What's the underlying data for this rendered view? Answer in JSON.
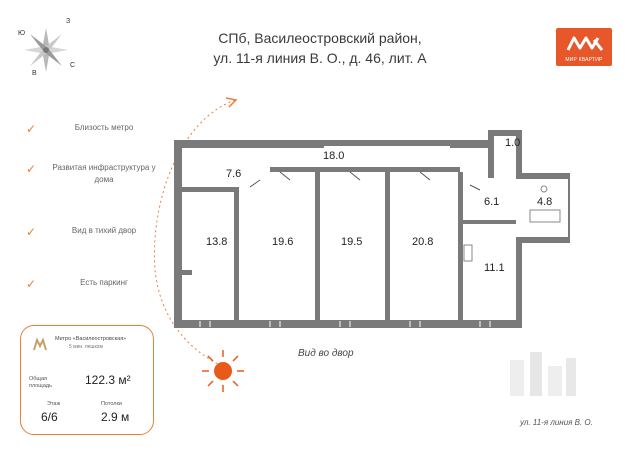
{
  "title": {
    "line1": "СПб, Василеостровский район,",
    "line2": "ул. 11-я линия В. О., д. 46, лит. А"
  },
  "logo": {
    "text": "МИР КВАРТИР"
  },
  "compass": {
    "n": "З",
    "w": "Ю",
    "e": "С",
    "s": "В"
  },
  "features": [
    {
      "label": "Близость метро"
    },
    {
      "label": "Развитая инфраструктура у дома"
    },
    {
      "label": "Вид в тихий двор"
    },
    {
      "label": "Есть паркинг"
    }
  ],
  "info": {
    "metro_name": "Метро «Василеостровская»",
    "metro_time": "5 мин. пешком",
    "area_label": "Общая площадь",
    "area_value": "122.3 м²",
    "floor_label": "Этаж",
    "floor_value": "6/6",
    "ceiling_label": "Потолки",
    "ceiling_value": "2.9 м"
  },
  "rooms": [
    "1.0",
    "18.0",
    "7.6",
    "6.1",
    "4.8",
    "13.8",
    "19.6",
    "19.5",
    "20.8",
    "11.1"
  ],
  "yard_view": "Вид во двор",
  "street_label": "ул. 11-я линия В. О.",
  "colors": {
    "accent": "#e8572a",
    "wall": "#7a7a7a",
    "sun": "#e85a1a"
  }
}
